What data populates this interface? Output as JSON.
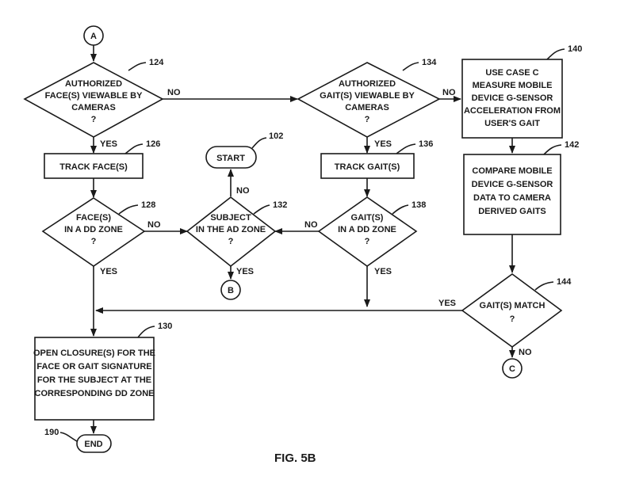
{
  "figure_label": "FIG. 5B",
  "connectors": {
    "a": "A",
    "b": "B",
    "c": "C"
  },
  "terminals": {
    "start": "START",
    "end": "END"
  },
  "nodes": {
    "d124": {
      "lines": [
        "AUTHORIZED",
        "FACE(S) VIEWABLE BY",
        "CAMERAS",
        "?"
      ],
      "ref": "124"
    },
    "p126": {
      "lines": [
        "TRACK FACE(S)"
      ],
      "ref": "126"
    },
    "d128": {
      "lines": [
        "FACE(S)",
        "IN A DD ZONE",
        "?"
      ],
      "ref": "128"
    },
    "p130": {
      "lines": [
        "OPEN CLOSURE(S) FOR THE",
        "FACE OR GAIT SIGNATURE",
        "FOR THE SUBJECT AT THE",
        "CORRESPONDING DD ZONE"
      ],
      "ref": "130"
    },
    "t102": {
      "ref": "102"
    },
    "d132": {
      "lines": [
        "SUBJECT",
        "IN THE AD ZONE",
        "?"
      ],
      "ref": "132"
    },
    "d134": {
      "lines": [
        "AUTHORIZED",
        "GAIT(S) VIEWABLE BY",
        "CAMERAS",
        "?"
      ],
      "ref": "134"
    },
    "p136": {
      "lines": [
        "TRACK GAIT(S)"
      ],
      "ref": "136"
    },
    "d138": {
      "lines": [
        "GAIT(S)",
        "IN A DD ZONE",
        "?"
      ],
      "ref": "138"
    },
    "p140": {
      "lines": [
        "USE CASE C",
        "MEASURE MOBILE",
        "DEVICE G-SENSOR",
        "ACCELERATION FROM",
        "USER'S GAIT"
      ],
      "ref": "140"
    },
    "p142": {
      "lines": [
        "COMPARE MOBILE",
        "DEVICE G-SENSOR",
        "DATA TO CAMERA",
        "DERIVED GAITS"
      ],
      "ref": "142"
    },
    "d144": {
      "lines": [
        "GAIT(S) MATCH",
        "?"
      ],
      "ref": "144"
    },
    "t190": {
      "ref": "190"
    }
  },
  "edge_labels": {
    "yes": "YES",
    "no": "NO"
  }
}
